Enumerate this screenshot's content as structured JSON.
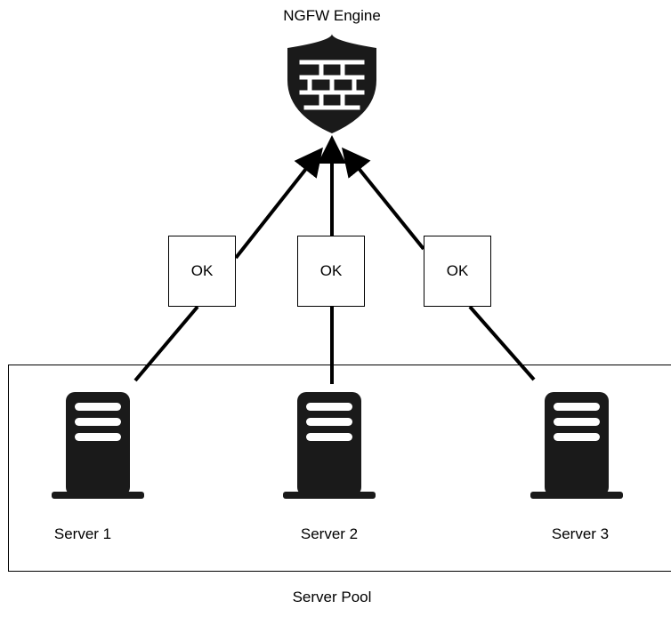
{
  "engine": {
    "title": "NGFW Engine",
    "icon": "firewall-shield-icon"
  },
  "checks": [
    {
      "label": "OK"
    },
    {
      "label": "OK"
    },
    {
      "label": "OK"
    }
  ],
  "pool": {
    "title": "Server Pool",
    "servers": [
      {
        "label": "Server 1",
        "icon": "server-icon"
      },
      {
        "label": "Server 2",
        "icon": "server-icon"
      },
      {
        "label": "Server 3",
        "icon": "server-icon"
      }
    ]
  },
  "colors": {
    "icon_fill": "#1a1a1a",
    "line": "#000000",
    "background": "#ffffff"
  }
}
